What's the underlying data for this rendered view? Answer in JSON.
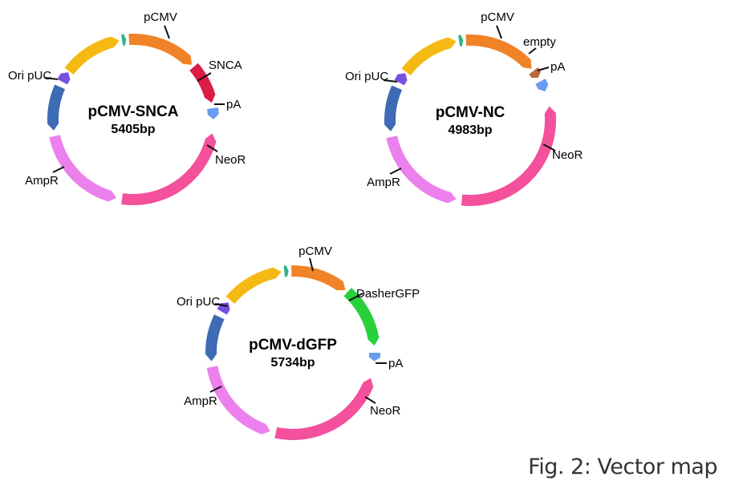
{
  "figure": {
    "caption": "Fig. 2: Vector map"
  },
  "colors": {
    "yellow": "#f5b913",
    "teal": "#2fb582",
    "orange": "#f08228",
    "crimson": "#dc1c45",
    "blue_light": "#6a9cf0",
    "pink": "#f4509c",
    "violet": "#ec80ec",
    "ori_blue": "#3f6ab4",
    "purple": "#7650e0",
    "green": "#28d03a",
    "brown": "#b86a3a"
  },
  "plasmids": [
    {
      "id": "snca",
      "name": "pCMV-SNCA",
      "size": "5405bp",
      "labels": {
        "pcmv": "pCMV",
        "insert": "SNCA",
        "pa": "pA",
        "neor": "NeoR",
        "ampr": "AmpR",
        "ori": "Ori pUC"
      }
    },
    {
      "id": "nc",
      "name": "pCMV-NC",
      "size": "4983bp",
      "labels": {
        "pcmv": "pCMV",
        "insert": "empty",
        "pa": "pA",
        "neor": "NeoR",
        "ampr": "AmpR",
        "ori": "Ori pUC"
      }
    },
    {
      "id": "dgfp",
      "name": "pCMV-dGFP",
      "size": "5734bp",
      "labels": {
        "pcmv": "pCMV",
        "insert": "DasherGFP",
        "pa": "pA",
        "neor": "NeoR",
        "ampr": "AmpR",
        "ori": "Ori pUC"
      }
    }
  ]
}
